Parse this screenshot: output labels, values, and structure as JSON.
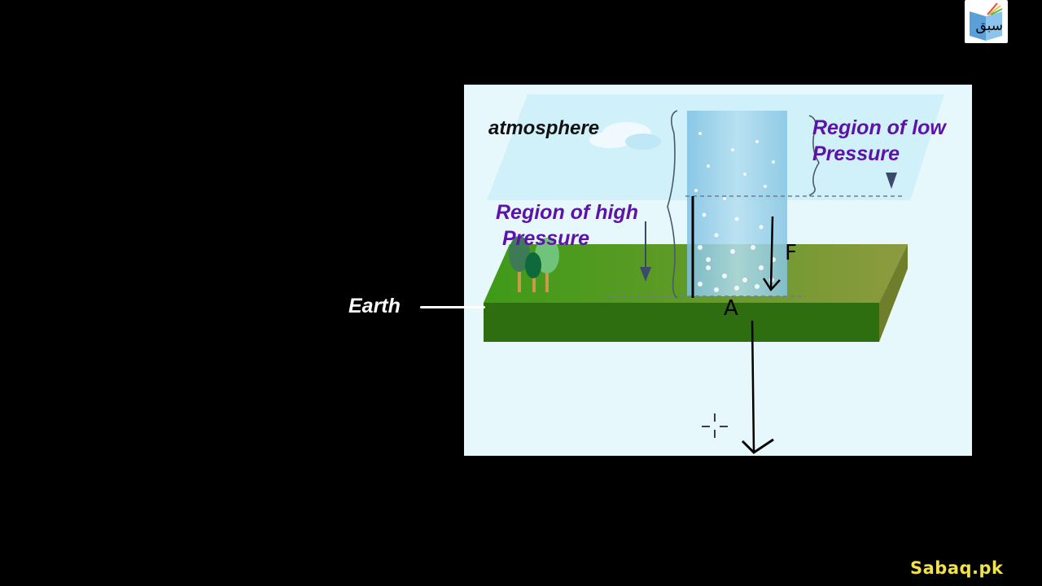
{
  "logo": {
    "text": "سبق",
    "icon": "book-icon"
  },
  "diagram": {
    "labels": {
      "atmosphere": "atmosphere",
      "low_pressure_line1": "Region of low",
      "low_pressure_line2": "Pressure",
      "high_pressure_line1": "Region of high",
      "high_pressure_line2": "Pressure",
      "earth": "Earth",
      "force": "F",
      "area": "A"
    },
    "colors": {
      "background": "#e6f8fc",
      "label_purple": "#5b13a8",
      "ground_top": "#8a9a3c",
      "ground_side": "#2f6e10",
      "column": "#9fcfe8"
    }
  },
  "watermark": {
    "text": "Sabaq.pk",
    "color": "#f2e24a"
  }
}
